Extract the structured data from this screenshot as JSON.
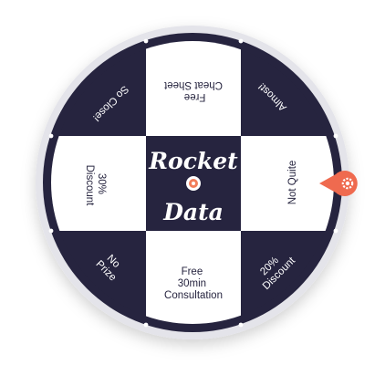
{
  "colors": {
    "navy": "#26243f",
    "white": "#ffffff",
    "rim": "#e4e4ea",
    "pointer": "#ef6a4f",
    "hub_accent": "#f27d5a"
  },
  "brand": {
    "line1": "Rocket",
    "line2": "Data"
  },
  "segments": [
    {
      "id": "free-cheat-sheet",
      "lines": [
        "Free",
        "Cheat Sheet"
      ]
    },
    {
      "id": "almost",
      "lines": [
        "Almost!"
      ]
    },
    {
      "id": "not-quite",
      "lines": [
        "Not Quite"
      ]
    },
    {
      "id": "20-discount",
      "lines": [
        "20%",
        "Discount"
      ]
    },
    {
      "id": "free-30min-consultation",
      "lines": [
        "Free",
        "30min",
        "Consultation"
      ]
    },
    {
      "id": "no-prize",
      "lines": [
        "No",
        "Prize"
      ]
    },
    {
      "id": "30-discount",
      "lines": [
        "30%",
        "Discount"
      ]
    },
    {
      "id": "so-close",
      "lines": [
        "So Close!"
      ]
    }
  ],
  "pointer": {
    "icon": "gear-icon"
  }
}
